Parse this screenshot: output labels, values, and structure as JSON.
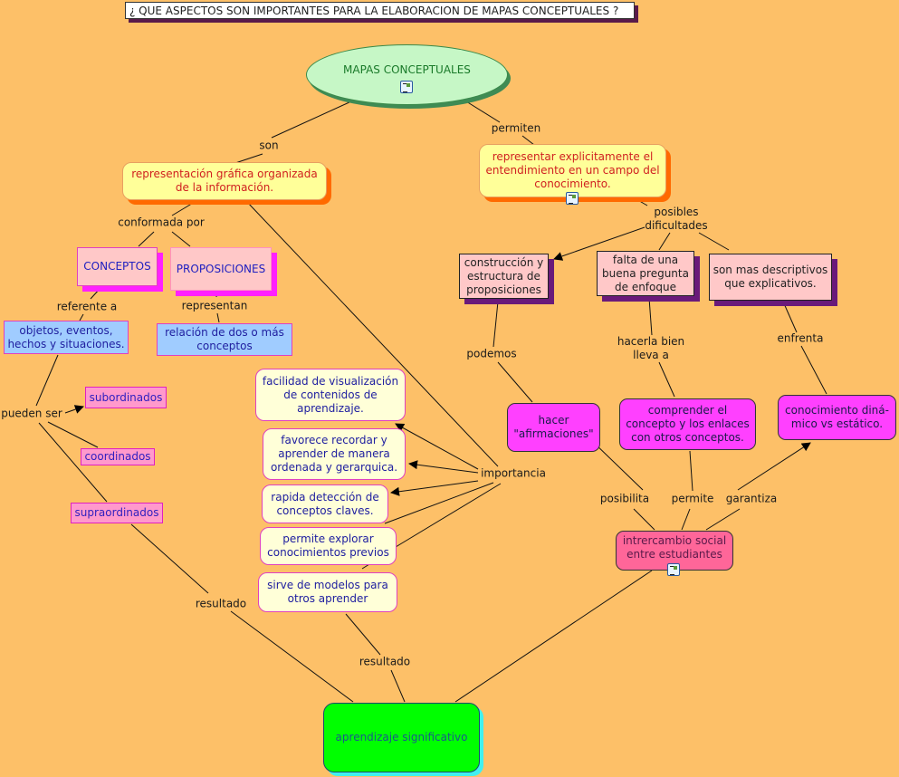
{
  "title": "¿ QUE ASPECTOS SON IMPORTANTES PARA LA ELABORACION DE MAPAS CONCEPTUALES ?",
  "concepts": {
    "root": "MAPAS CONCEPTUALES",
    "representacion": "representación gráfica organizada\nde la información.",
    "representar": "representar explicitamente el\nentendimiento en un campo del\nconocimiento.",
    "conceptos": "CONCEPTOS",
    "proposiciones": "PROPOSICIONES",
    "objetos": "objetos, eventos,\nhechos y situaciones.",
    "relacion": "relación  de dos o más\nconceptos",
    "subordinados": "subordinados",
    "coordinados": "coordinados",
    "supraordinados": "supraordinados",
    "facilidad": "facilidad de visualización\nde contenidos de\naprendizaje.",
    "favorece": "favorece recordar y\naprender  de manera\nordenada y gerarquica.",
    "rapida": "rapida detección de\nconceptos claves.",
    "permite_explorar": "permite explorar\nconocimientos previos",
    "sirve": "sirve de modelos para\notros aprender",
    "construccion": "construcción y\nestructura de\nproposiciones",
    "falta": "falta de una\nbuena pregunta\nde enfoque",
    "descriptivos": "son mas descriptivos\nque explicativos.",
    "hacer": "hacer\n\"afirmaciones\"",
    "comprender": "comprender el\nconcepto y los enlaces\ncon otros conceptos.",
    "conocimiento": "conocimiento diná-\nmico vs estático.",
    "intercambio": "intrercambio social\nentre estudiantes",
    "aprendizaje": "aprendizaje significativo"
  },
  "links": {
    "son": "son",
    "permiten": "permiten",
    "conformada": "conformada por",
    "referente": "referente a",
    "representan": "representan",
    "pueden_ser": "pueden ser",
    "importancia": "importancia",
    "posibles": "posibles\ndificultades",
    "podemos": "podemos",
    "hacerla": "hacerla bien\nlleva a",
    "enfrenta": "enfrenta",
    "posibilita": "posibilita",
    "permite": "permite",
    "garantiza": "garantiza",
    "resultado1": "resultado",
    "resultado2": "resultado"
  },
  "icons": {
    "resource": "document-resource-icon"
  }
}
